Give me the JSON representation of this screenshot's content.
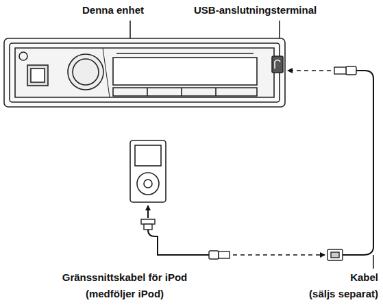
{
  "diagram": {
    "labels": [
      "Denna enhet",
      "USB-anslutningsterminal",
      "Gränssnittskabel för iPod (medföljer iPod)",
      "Kabel (säljs separat)"
    ]
  }
}
